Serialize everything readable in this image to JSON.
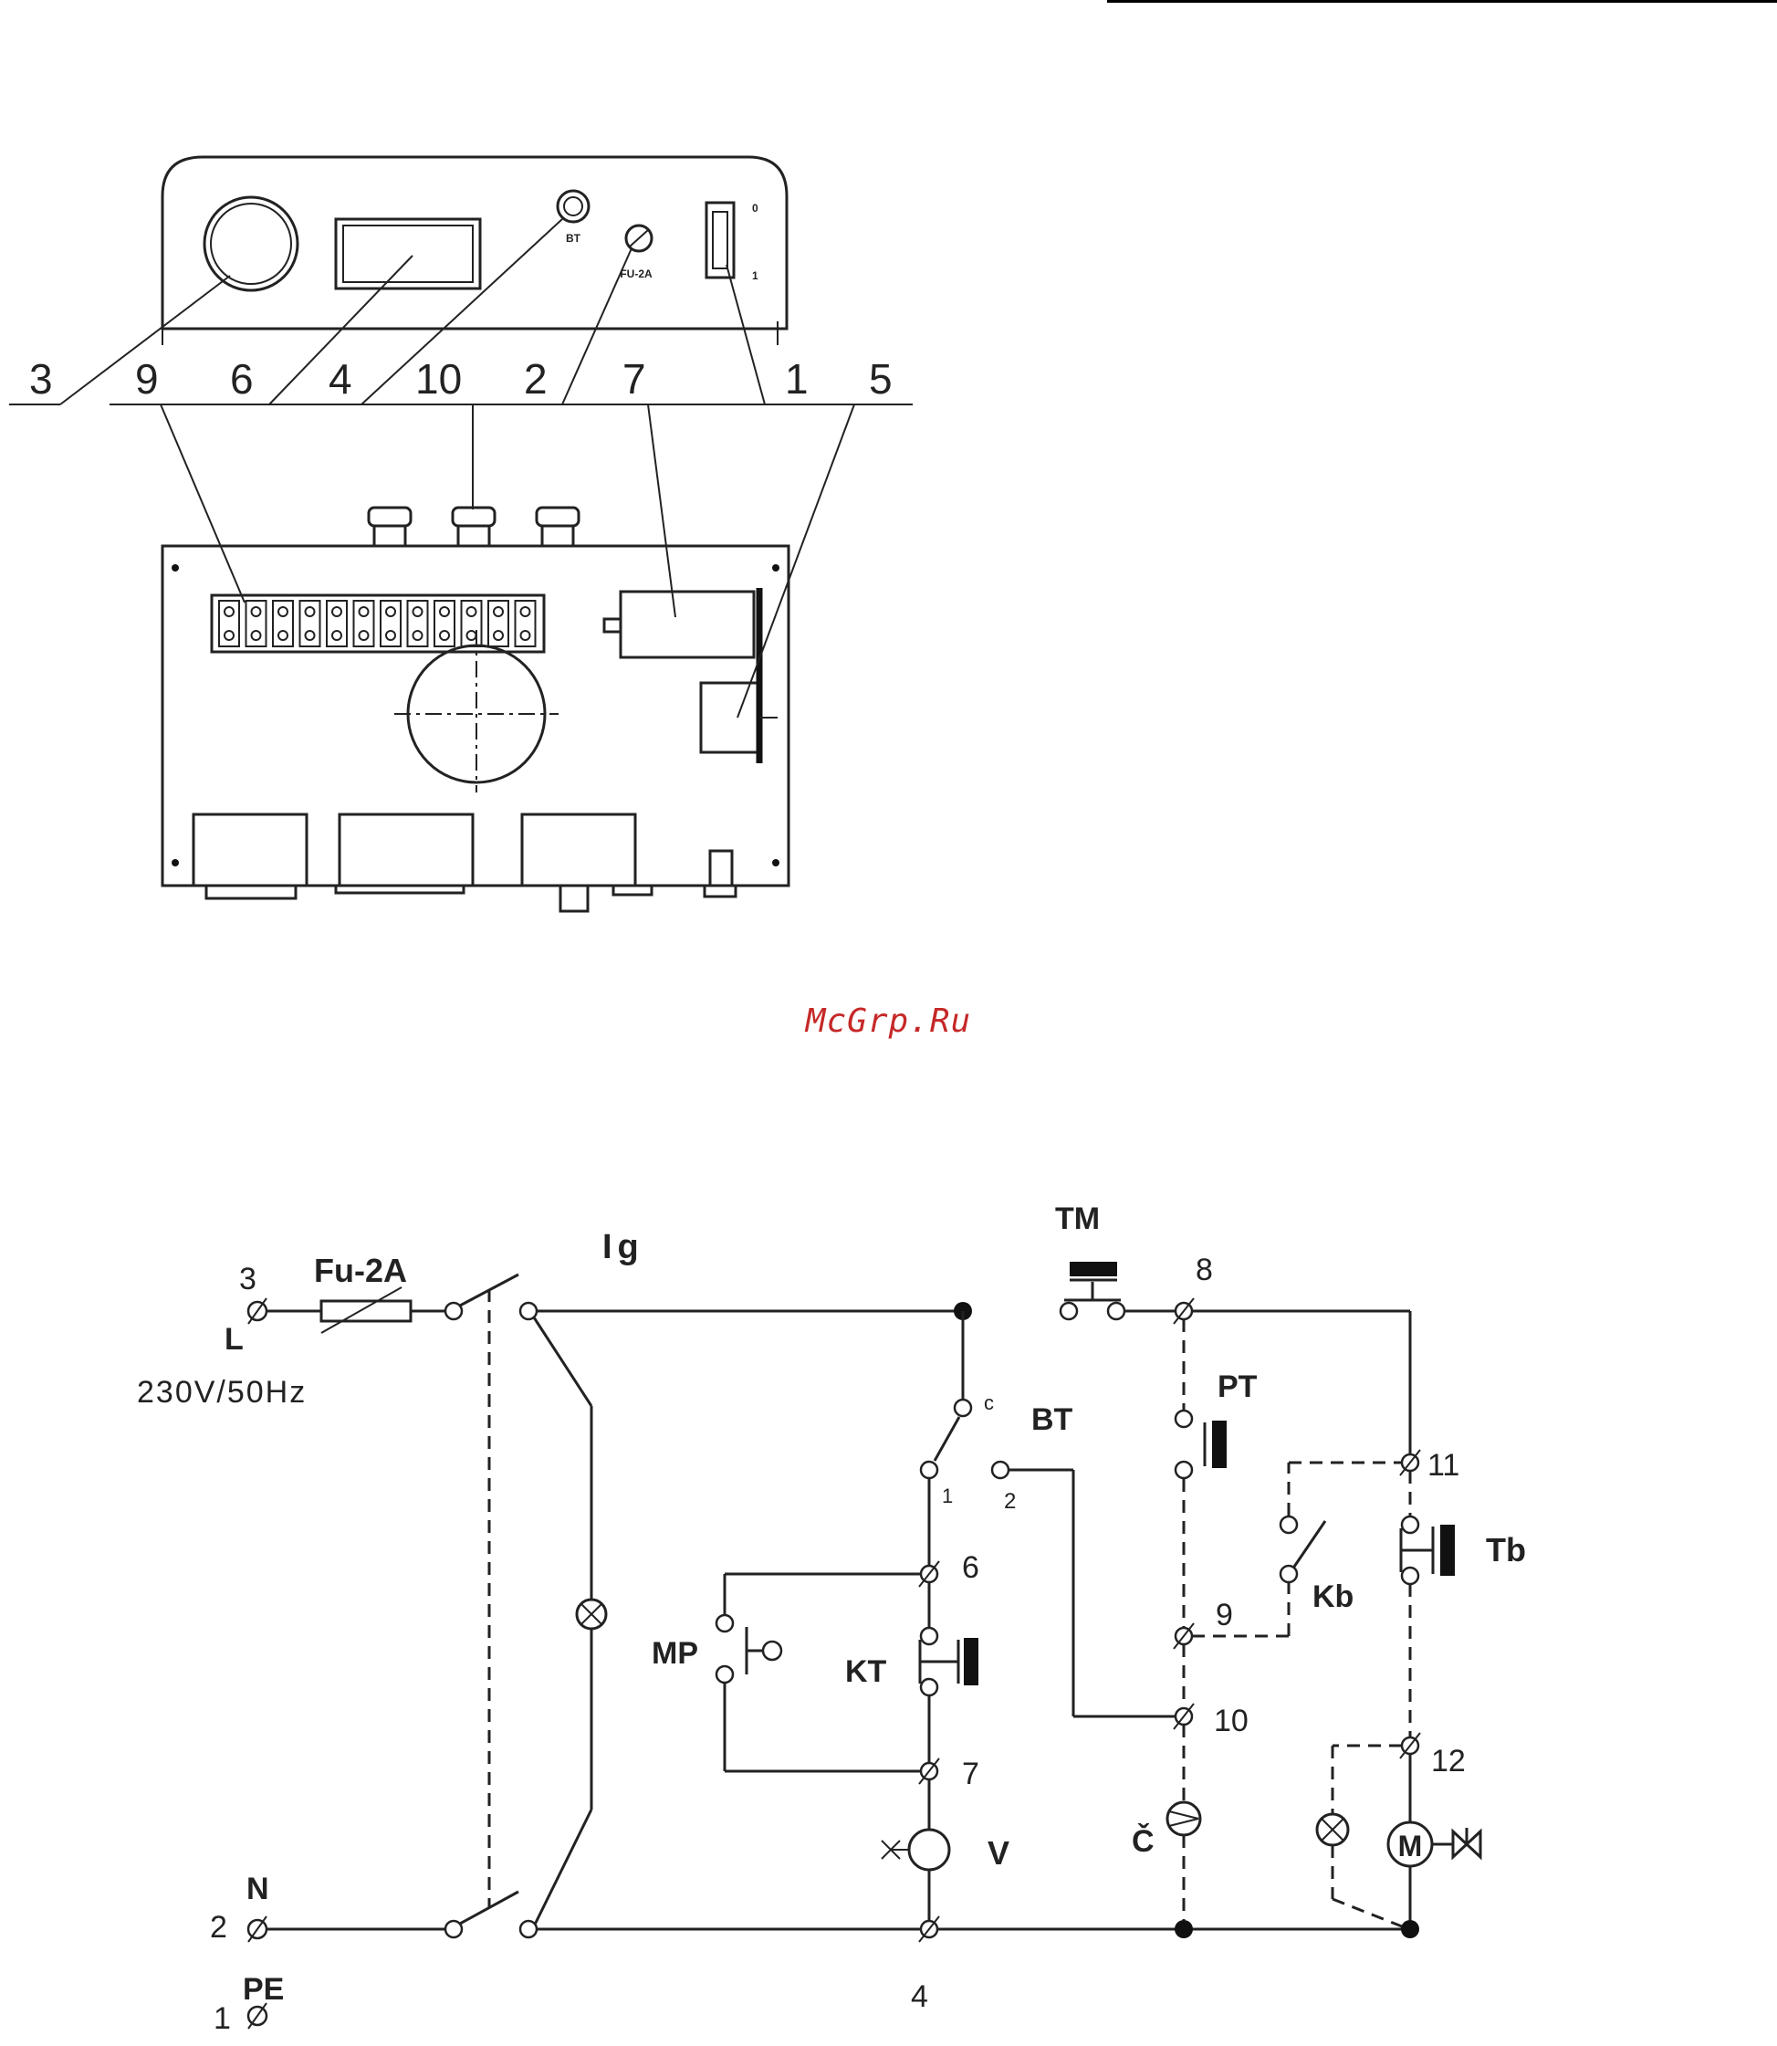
{
  "watermark": "McGrp.Ru",
  "device": {
    "panel_labels": {
      "bt": "BT",
      "fuse": "FU-2A",
      "switch_off": "0",
      "switch_on": "1"
    },
    "callouts": [
      "3",
      "9",
      "6",
      "4",
      "10",
      "2",
      "7",
      "1",
      "5"
    ]
  },
  "schematic": {
    "supply": {
      "l_terminal": "3",
      "l_label": "L",
      "voltage": "230V/50Hz",
      "n_terminal": "2",
      "n_label": "N",
      "pe_terminal": "1",
      "pe_label": "PE"
    },
    "fuse": "Fu-2A",
    "main_switch": "Ig",
    "components": {
      "tm": "TM",
      "bt": "BT",
      "bt_c": "c",
      "bt_1": "1",
      "bt_2": "2",
      "pt": "PT",
      "kb": "Kb",
      "tb": "Tb",
      "mp": "MP",
      "kt": "KT",
      "v": "V",
      "c_pump": "Č"
    },
    "terminals": {
      "t4": "4",
      "t6": "6",
      "t7": "7",
      "t8": "8",
      "t9": "9",
      "t10": "10",
      "t11": "11",
      "t12": "12"
    },
    "motor": "M"
  }
}
